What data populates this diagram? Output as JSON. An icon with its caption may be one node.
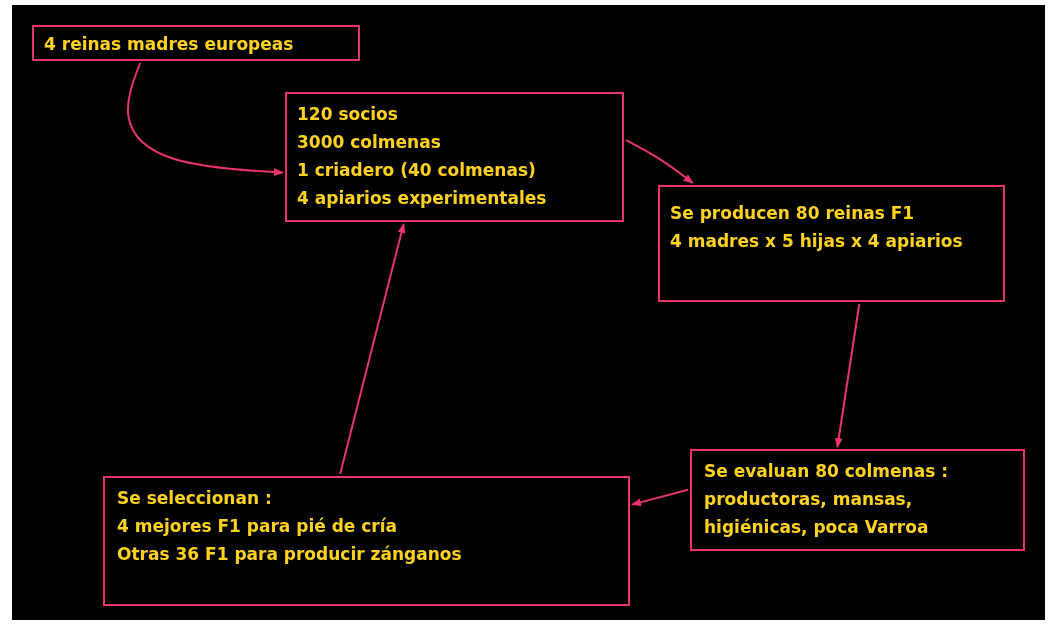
{
  "diagram": {
    "nodes": [
      {
        "text": [
          "4 reinas madres europeas"
        ]
      },
      {
        "text": [
          "120 socios",
          "3000 colmenas",
          "1 criadero (40 colmenas)",
          "4 apiarios experimentales"
        ]
      },
      {
        "text": [
          "Se producen 80 reinas F1",
          "4 madres x 5 hijas x 4 apiarios"
        ]
      },
      {
        "text": [
          "Se evaluan 80 colmenas :",
          "productoras, mansas, higiénicas, poca Varroa"
        ]
      },
      {
        "text": [
          "Se seleccionan :",
          "4 mejores F1 para pié de cría",
          "Otras 36 F1 para producir zánganos"
        ]
      }
    ],
    "edges": [
      {
        "from": 0,
        "to": 1,
        "arrow": "to"
      },
      {
        "from": 1,
        "to": 2,
        "arrow": "to"
      },
      {
        "from": 2,
        "to": 3,
        "arrow": "to"
      },
      {
        "from": 3,
        "to": 4,
        "arrow": "to"
      },
      {
        "from": 4,
        "to": 1,
        "arrow": "to"
      }
    ]
  }
}
